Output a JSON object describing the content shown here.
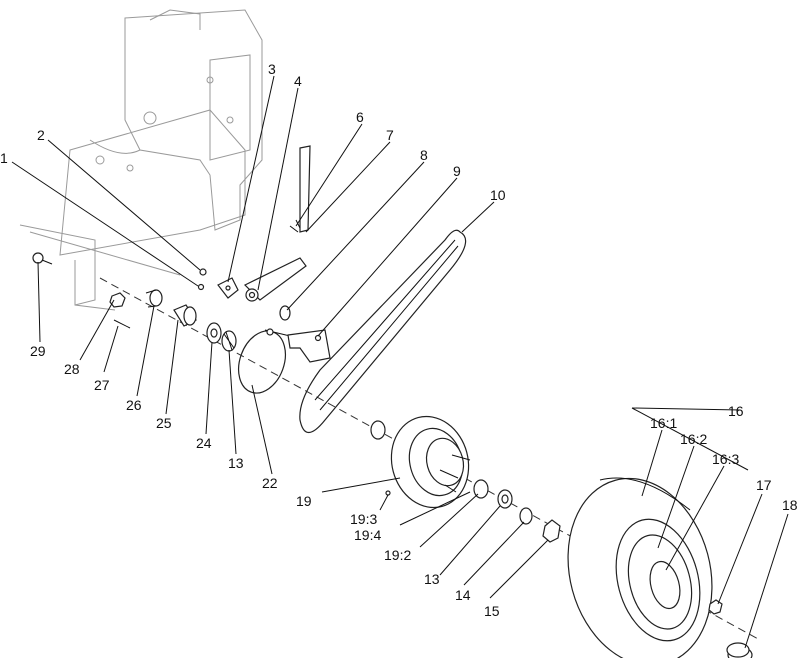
{
  "callouts": {
    "c1": "1",
    "c2": "2",
    "c3": "3",
    "c4": "4",
    "c6": "6",
    "c7": "7",
    "c8": "8",
    "c9": "9",
    "c10": "10",
    "c29": "29",
    "c28": "28",
    "c27": "27",
    "c26": "26",
    "c25": "25",
    "c24": "24",
    "c13a": "13",
    "c22": "22",
    "c19": "19",
    "c19_3": "19:3",
    "c19_4": "19:4",
    "c19_2": "19:2",
    "c13b": "13",
    "c14": "14",
    "c15": "15",
    "c16": "16",
    "c16_1": "16:1",
    "c16_2": "16:2",
    "c16_3": "16:3",
    "c17": "17",
    "c18": "18"
  }
}
